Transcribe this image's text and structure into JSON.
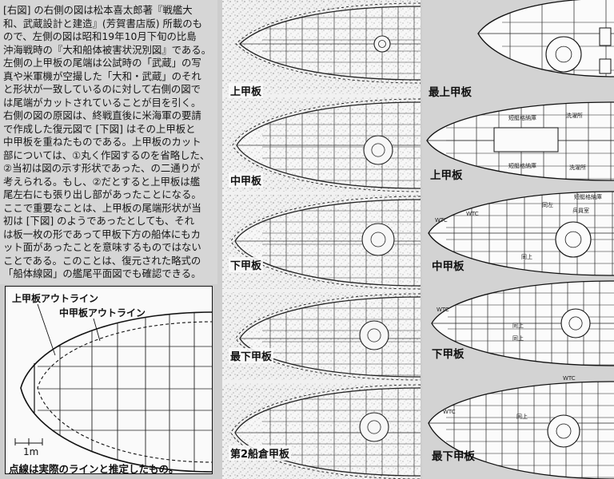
{
  "article": {
    "lines": [
      "[右図] の右側の図は松本喜太郎著『戦艦大",
      "和、武蔵設計と建造』(芳賀書店版) 所載のも",
      "ので、左側の図は昭和19年10月下旬の比島",
      "沖海戦時の『大和船体被害状況別図』である。",
      "左側の上甲板の尾端は公試時の「武蔵」の写",
      "真や米軍機が空撮した「大和・武蔵」のそれ",
      "と形状が一致しているのに対して右側の図で",
      "は尾端がカットされていることが目を引く。",
      "右側の図の原図は、終戦直後に米海軍の要請",
      "で作成した復元図で [下図] はその上甲板と",
      "中甲板を重ねたものである。上甲板のカット",
      "部については、①丸く作図するのを省略した、",
      "②当初は図の示す形状であった、の二通りが",
      "考えられる。もし、②だとすると上甲板は艦",
      "尾左右にも張り出し部があったことになる。",
      "ここで重要なことは、上甲板の尾端形状が当",
      "初は [下図] のようであったとしても、それ",
      "は板一枚の形であって甲板下方の船体にもカ",
      "ット面があったことを意味するものではない",
      "ことである。このことは、復元された略式の",
      "「船体線図」の艦尾平面図でも確認できる。"
    ]
  },
  "figure_box": {
    "upper_deck_outline_label": "上甲板アウトライン",
    "middle_deck_outline_label": "中甲板アウトライン",
    "scale_label": "1m",
    "caption": "点線は実際のラインと推定したもの。"
  },
  "middle_column": {
    "deck_labels": [
      "上甲板",
      "中甲板",
      "下甲板",
      "最下甲板",
      "第2船倉甲板"
    ]
  },
  "right_column": {
    "deck_labels": [
      "最上甲板",
      "上甲板",
      "中甲板",
      "下甲板",
      "最下甲板"
    ],
    "upper_deck_notes": [
      "短艇格納庫",
      "洗濯所",
      "短艇格納庫",
      "洗濯所"
    ],
    "middle_deck_notes": [
      "短艇格納庫",
      "同左",
      "兵員室",
      "同上",
      "WTC",
      "WTC"
    ],
    "lower_deck_notes": [
      "WTC",
      "同上",
      "同上"
    ],
    "lowest_deck_notes": [
      "WTC",
      "WTC",
      "同上"
    ]
  },
  "colors": {
    "page_background": "#cdcdcd",
    "ink": "#111111",
    "paper": "#fafafa"
  }
}
